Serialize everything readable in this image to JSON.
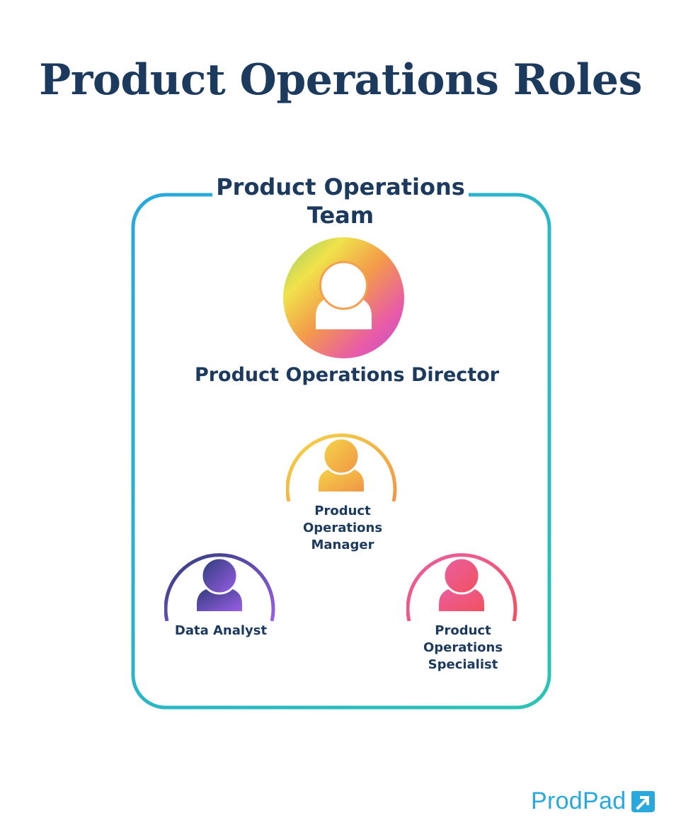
{
  "title": "Product Operations Roles",
  "team": {
    "label": "Product Operations Team",
    "border_gradient": [
      "#29a8dd",
      "#2ac4b4"
    ]
  },
  "director": {
    "label": "Product Operations Director",
    "icon": "person-icon",
    "gradient": [
      "#8fcb6a",
      "#f0e24a",
      "#f39a4a",
      "#e85aa8",
      "#c05ad0"
    ]
  },
  "roles": [
    {
      "id": "manager",
      "label_lines": [
        "Product",
        "Operations",
        "Manager"
      ],
      "icon": "person-icon",
      "gradient": [
        "#f5cf45",
        "#f09b45"
      ]
    },
    {
      "id": "analyst",
      "label_lines": [
        "Data Analyst"
      ],
      "icon": "person-icon",
      "gradient": [
        "#2f3f7d",
        "#9b5de5"
      ]
    },
    {
      "id": "specialist",
      "label_lines": [
        "Product",
        "Operations",
        "Specialist"
      ],
      "icon": "person-icon",
      "gradient": [
        "#e8609f",
        "#f2505f"
      ]
    }
  ],
  "logo": {
    "text": "ProdPad",
    "color": "#29a8dd",
    "icon": "prodpad-arrow-icon"
  }
}
